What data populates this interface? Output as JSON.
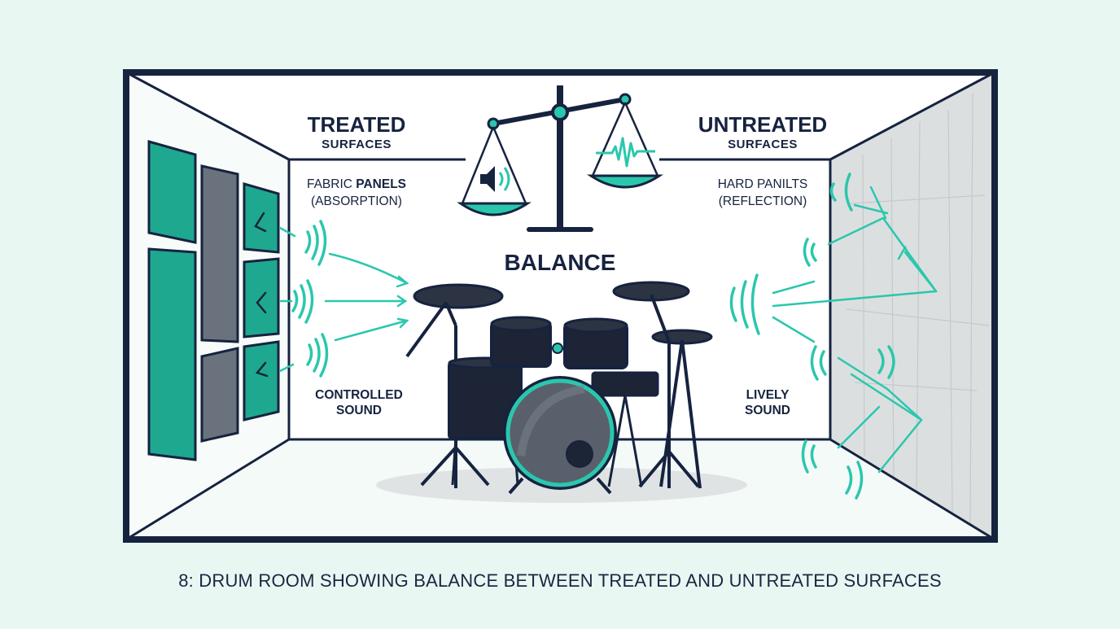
{
  "labels": {
    "treated_title": "TREATED",
    "treated_subtitle": "SURFACES",
    "absorb_line1_pre": "FABRIC ",
    "absorb_line1_bold": "PANELS",
    "absorb_line2": "(ABSORPTION)",
    "untreated_title": "UNTREATED",
    "untreated_subtitle": "SURFACES",
    "reflect_line1": "HARD PANILTS",
    "reflect_line2": "(REFLECTION)",
    "balance": "BALANCE",
    "controlled_line1": "CONTROLLED",
    "controlled_line2": "SOUND",
    "lively_line1": "LIVELY",
    "lively_line2": "SOUND"
  },
  "caption": "8: DRUM ROOM SHOWING BALANCE BETWEEN TREATED AND UNTREATED SURFACES",
  "icons": [
    "acoustic-panel-icon",
    "balance-scale-icon",
    "speaker-icon",
    "waveform-icon",
    "drum-kit-icon",
    "sound-wave-icon",
    "reflection-arrow-icon"
  ],
  "colors": {
    "background": "#e9f7f3",
    "navy": "#16233f",
    "teal": "#2bc7ad",
    "panel_teal": "#1ea890",
    "panel_gray": "#6a737d",
    "wall_gray": "#d9dddf"
  }
}
